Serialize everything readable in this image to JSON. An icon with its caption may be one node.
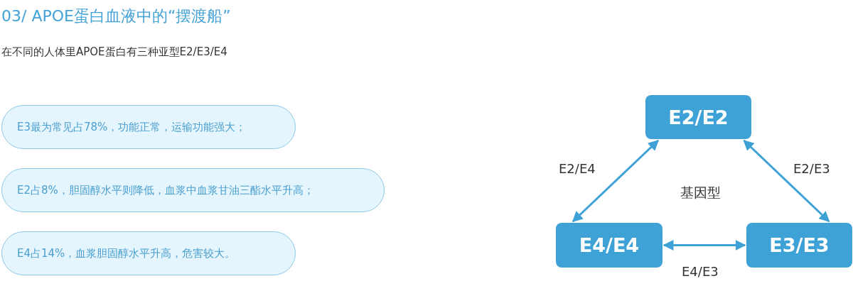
{
  "diagram": {
    "title": "03/ APOE蛋白血液中的“摆渡船”",
    "nodes": [
      {
        "text": [
          "E3最为常见占78%，功能正常，运输功能强大；"
        ]
      },
      {
        "text": [
          "E2占8%，胆固醇水平则降低，血浆中血浆甘油三酯水平升高；"
        ]
      },
      {
        "text": [
          "E4占14%，血浆胆固醇水平升高，危害较大。"
        ]
      },
      {
        "text": [
          "E2/E2"
        ]
      },
      {
        "text": [
          "E4/E4"
        ]
      },
      {
        "text": [
          "E3/E3"
        ]
      }
    ],
    "edges": [
      {
        "from": 3,
        "to": 4,
        "arrow": "both",
        "label": "E2/E4"
      },
      {
        "from": 3,
        "to": 5,
        "arrow": "both",
        "label": "E2/E3"
      },
      {
        "from": 4,
        "to": 5,
        "arrow": "both",
        "label": "E4/E3"
      }
    ],
    "labels": [
      "在不同的人体里APOE蛋白有三种亚型E2/E3/E4",
      "基因型"
    ]
  }
}
